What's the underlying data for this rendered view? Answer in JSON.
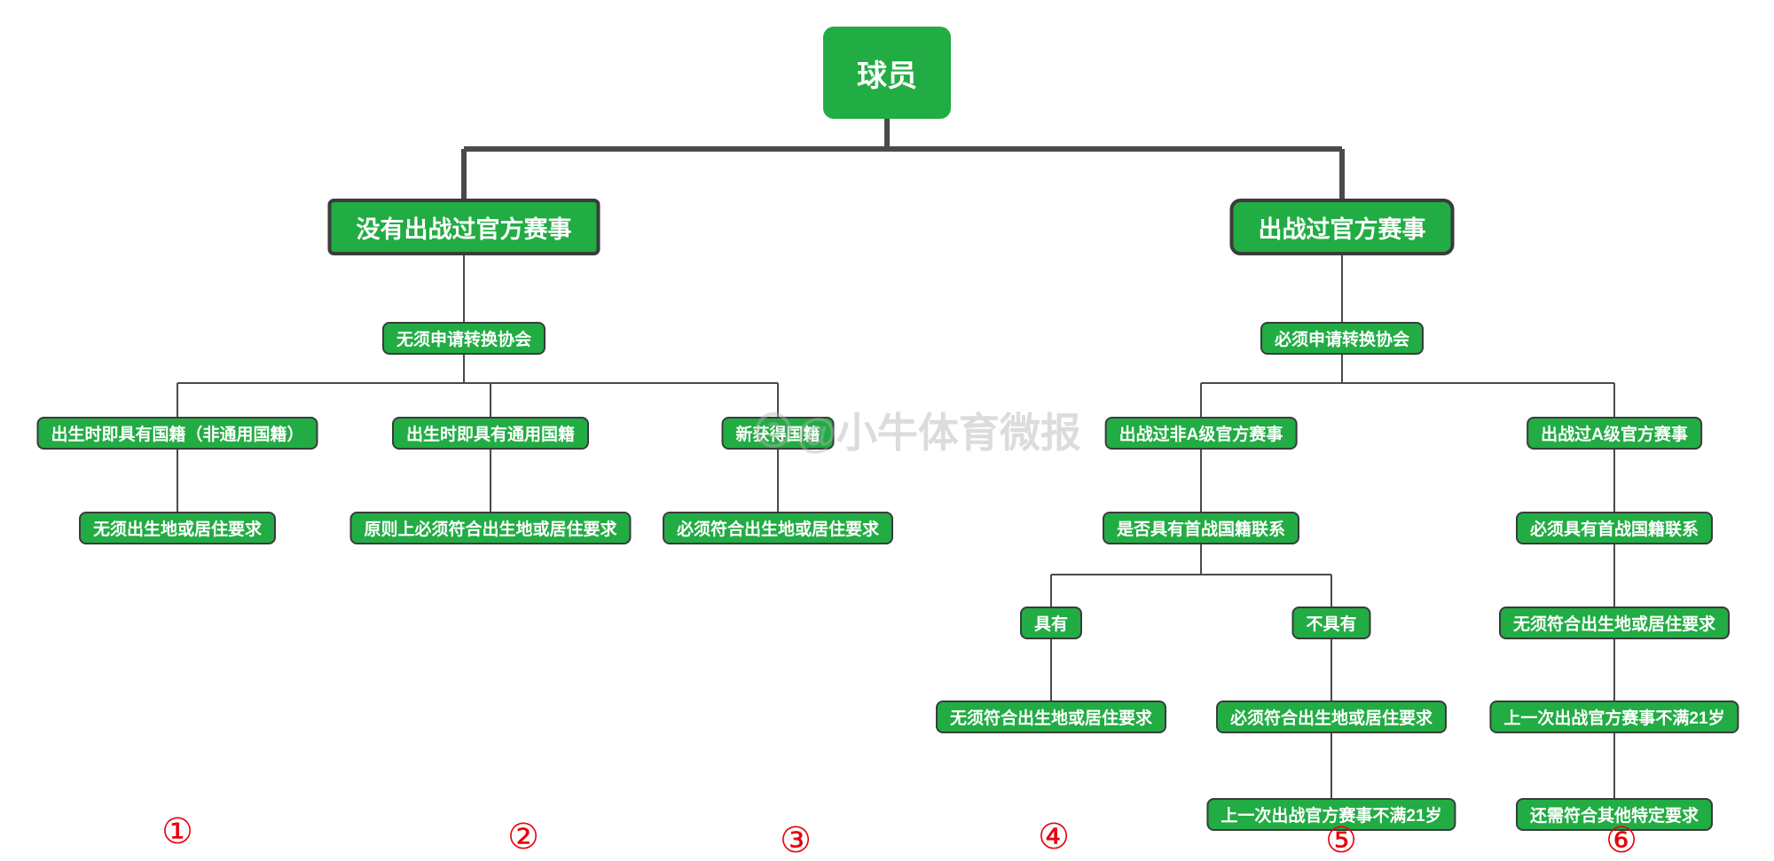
{
  "diagram": {
    "title_node": "球员",
    "watermark": "@小牛体育微报",
    "colors": {
      "node_green": "#22ac44",
      "node_border": "#3b3b3b",
      "line": "#4a4a4a",
      "number_red": "#e8000d",
      "text_white": "#ffffff"
    },
    "nodes": {
      "player": "球员",
      "no_official": "没有出战过官方赛事",
      "official": "出战过官方赛事",
      "no_switch": "无须申请转换协会",
      "must_switch": "必须申请转换协会",
      "birth_non_universal": "出生时即具有国籍（非通用国籍）",
      "birth_universal": "出生时即具有通用国籍",
      "new_nationality": "新获得国籍",
      "no_birth_residence": "无须出生地或居住要求",
      "principle_birth_residence": "原则上必须符合出生地或居住要求",
      "must_birth_residence": "必须符合出生地或居住要求",
      "non_a_level": "出战过非A级官方赛事",
      "a_level": "出战过A级官方赛事",
      "first_link_question": "是否具有首战国籍联系",
      "must_first_link": "必须具有首战国籍联系",
      "has": "具有",
      "has_not": "不具有",
      "has_no_meet": "无须符合出生地或居住要求",
      "hasnot_must_meet": "必须符合出生地或居住要求",
      "hasnot_last_under21": "上一次出战官方赛事不满21岁",
      "b_no_meet": "无须符合出生地或居住要求",
      "b_last_under21": "上一次出战官方赛事不满21岁",
      "b_other_requirements": "还需符合其他特定要求"
    },
    "numbers": [
      "①",
      "②",
      "③",
      "④",
      "⑤",
      "⑥"
    ]
  }
}
